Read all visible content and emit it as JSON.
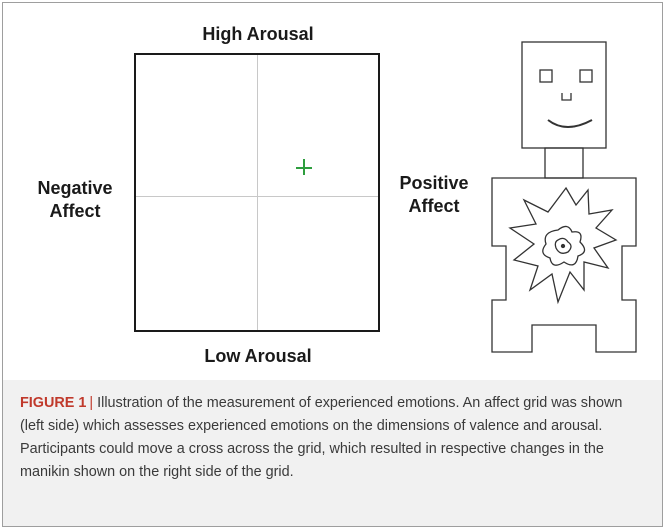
{
  "figure": {
    "grid_labels": {
      "top": "High Arousal",
      "bottom": "Low Arousal",
      "left_line1": "Negative",
      "left_line2": "Affect",
      "right_line1": "Positive",
      "right_line2": "Affect"
    },
    "cross_color": "#2e9e3e",
    "manikin_icon": "manikin-figure"
  },
  "caption": {
    "label": "FIGURE 1",
    "separator": "|",
    "text": "Illustration of the measurement of experienced emotions. An affect grid was shown (left side) which assesses experienced emotions on the dimensions of valence and arousal. Participants could move a cross across the grid, which resulted in respective changes in the manikin shown on the right side of the grid."
  }
}
